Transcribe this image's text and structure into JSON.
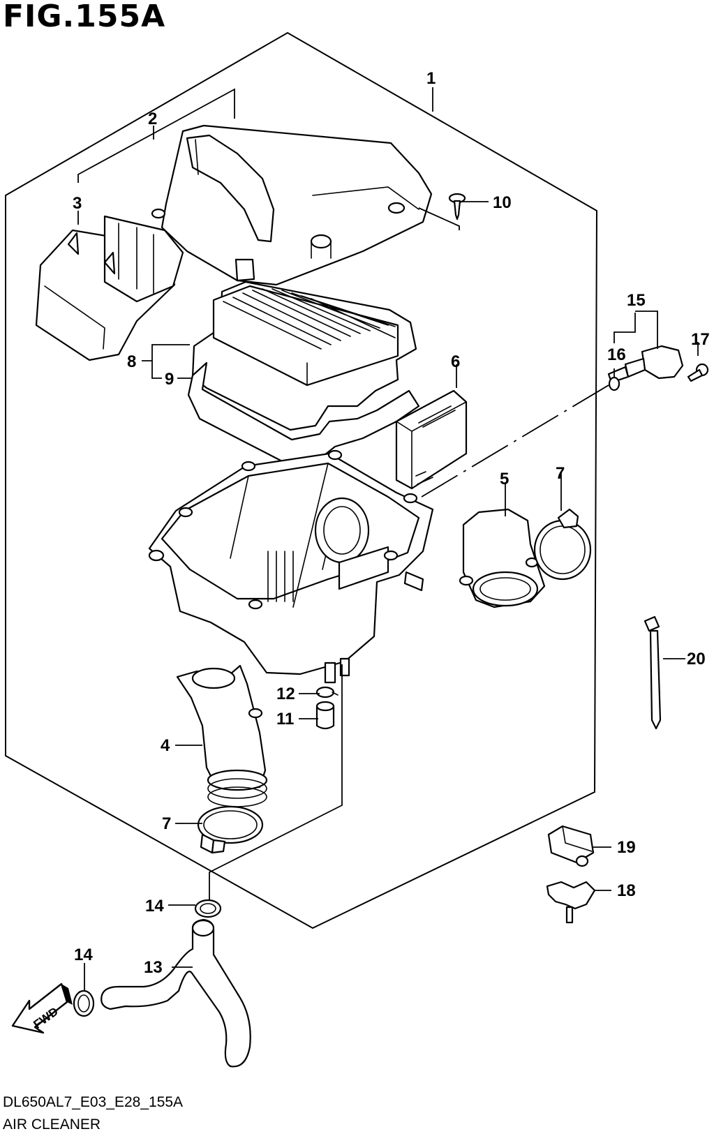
{
  "figure": {
    "title": "FIG.155A",
    "code": "DL650AL7_E03_E28_155A",
    "name": "AIR CLEANER"
  },
  "callouts": {
    "c1": "1",
    "c2": "2",
    "c3": "3",
    "c4": "4",
    "c5": "5",
    "c6": "6",
    "c7a": "7",
    "c7b": "7",
    "c8": "8",
    "c9": "9",
    "c10": "10",
    "c11": "11",
    "c12": "12",
    "c13": "13",
    "c14a": "14",
    "c14b": "14",
    "c15": "15",
    "c16": "16",
    "c17": "17",
    "c18": "18",
    "c19": "19",
    "c20": "20"
  },
  "fwd_label": "FWD"
}
